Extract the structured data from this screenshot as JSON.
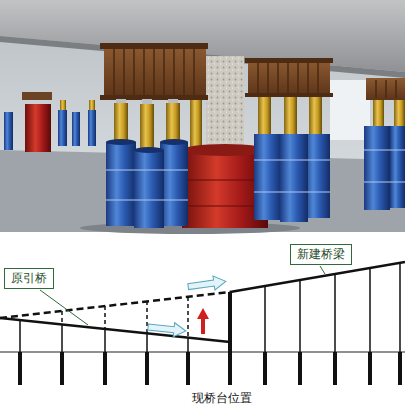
{
  "diagram": {
    "nodes": [
      {
        "text": [
          "原引桥"
        ]
      },
      {
        "text": [
          "新建桥梁"
        ]
      }
    ],
    "labels": [
      "现桥台位置"
    ]
  }
}
